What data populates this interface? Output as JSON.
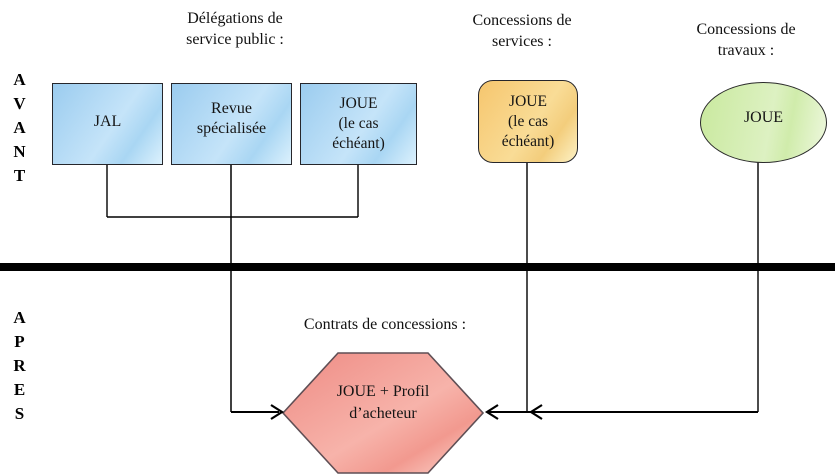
{
  "diagram": {
    "side_labels": {
      "avant": "AVANT",
      "apres": "APRES"
    },
    "column_labels": [
      {
        "label": "Délégations de\nservice public :"
      },
      {
        "label": "Concessions de\nservices :"
      },
      {
        "label": "Concessions de\ntravaux :"
      }
    ],
    "nodes": {
      "jal": {
        "label": "JAL"
      },
      "revue": {
        "label": "Revue\nspécialisée"
      },
      "joue_dsp": {
        "label": "JOUE\n(le cas\néchéant)"
      },
      "joue_services": {
        "label": "JOUE\n(le cas\néchéant)"
      },
      "joue_travaux": {
        "label": "JOUE"
      }
    },
    "apres_section": {
      "title": "Contrats de concessions :",
      "hexagon_label": "JOUE + Profil\nd’acheteur"
    },
    "colors": {
      "blue_box_start": "#9bccef",
      "blue_box_end": "#dcf1fd",
      "orange_box_start": "#f6c66e",
      "orange_box_end": "#fdf2c6",
      "green_ellipse_start": "#c9e99e",
      "green_ellipse_end": "#eff8e0",
      "hexagon_start": "#ee8b84",
      "hexagon_end": "#fcdcd4",
      "line": "#000000",
      "hexagon_border": "#5f4f55"
    }
  }
}
